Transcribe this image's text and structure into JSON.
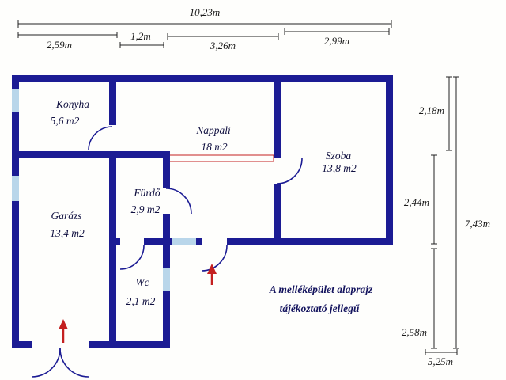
{
  "colors": {
    "wall": "#1c1c94",
    "window": "#b9d6ea",
    "accent_red": "#c42020",
    "dimension_line": "#222222"
  },
  "rooms": {
    "konyha": {
      "name": "Konyha",
      "area": "5,6 m2"
    },
    "nappali": {
      "name": "Nappali",
      "area": "18 m2"
    },
    "szoba": {
      "name": "Szoba",
      "area": "13,8 m2"
    },
    "furdo": {
      "name": "Fürdő",
      "area": "2,9 m2"
    },
    "garazs": {
      "name": "Garázs",
      "area": "13,4 m2"
    },
    "wc": {
      "name": "Wc",
      "area": "2,1 m2"
    }
  },
  "dimensions": {
    "top_total": "10,23m",
    "top_seg1": "2,59m",
    "top_seg2": "1,2m",
    "top_seg3": "3,26m",
    "top_seg4": "2,99m",
    "right_seg1": "2,18m",
    "right_seg2": "2,44m",
    "right_seg3": "2,58m",
    "right_total": "7,43m",
    "bottom_right": "5,25m"
  },
  "note": {
    "line1": "A melléképület alaprajz",
    "line2": "tájékoztató jellegű"
  }
}
